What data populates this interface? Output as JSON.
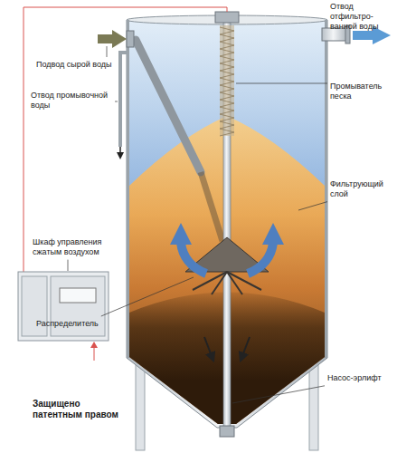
{
  "diagram": {
    "labels": [
      "Отвод отфильтро- ванной воды",
      "Подвод сырой воды",
      "Промыватель песка",
      "Отвод промывочной воды",
      "Фильтрующий слой",
      "Шкаф управления сжатым воздухом",
      "Распределитель",
      "Насос-эрлифт",
      "Защищено патентным правом"
    ]
  }
}
